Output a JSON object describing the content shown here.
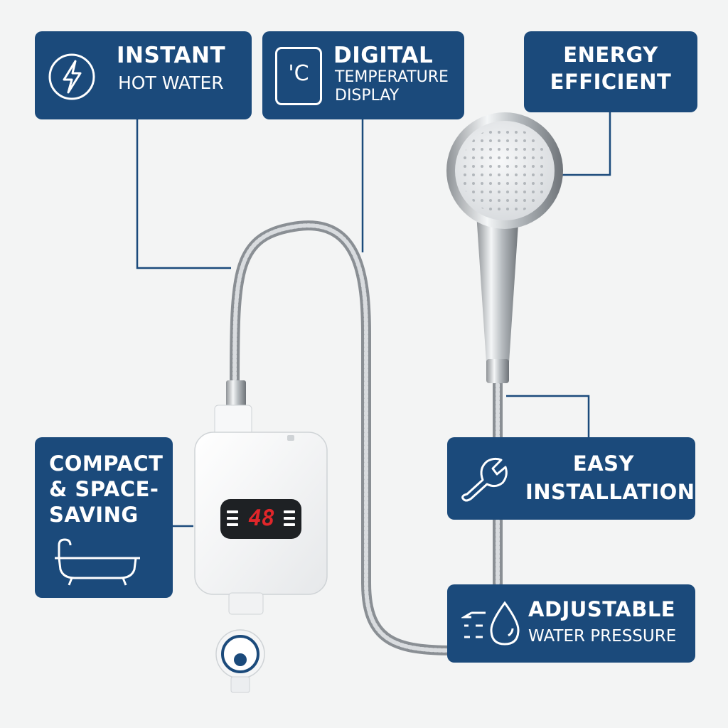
{
  "features": {
    "instant_hot_water": {
      "line1": "INSTANT",
      "line2": "HOT WATER",
      "icon": "lightning-icon"
    },
    "digital_display": {
      "line1": "DIGITAL",
      "line2": "TEMPERATURE",
      "line3": "DISPLAY",
      "icon_text": "'C",
      "icon": "celsius-icon"
    },
    "energy_efficient": {
      "line1": "ENERGY",
      "line2": "EFFICIENT"
    },
    "compact": {
      "line1": "COMPACT",
      "line2": "& SPACE-",
      "line3": "SAVING",
      "icon": "bathtub-icon"
    },
    "easy_installation": {
      "line1": "EASY",
      "line2": "INSTALLATION",
      "icon": "wrench-icon"
    },
    "adjustable_pressure": {
      "line1": "ADJUSTABLE",
      "line2": "WATER PRESSURE",
      "icon": "water-drop-icon"
    }
  },
  "heater": {
    "display_value": "48"
  },
  "colors": {
    "panel": "#1b4a7b",
    "display_digits": "#e0262a",
    "background": "#f3f4f4"
  }
}
